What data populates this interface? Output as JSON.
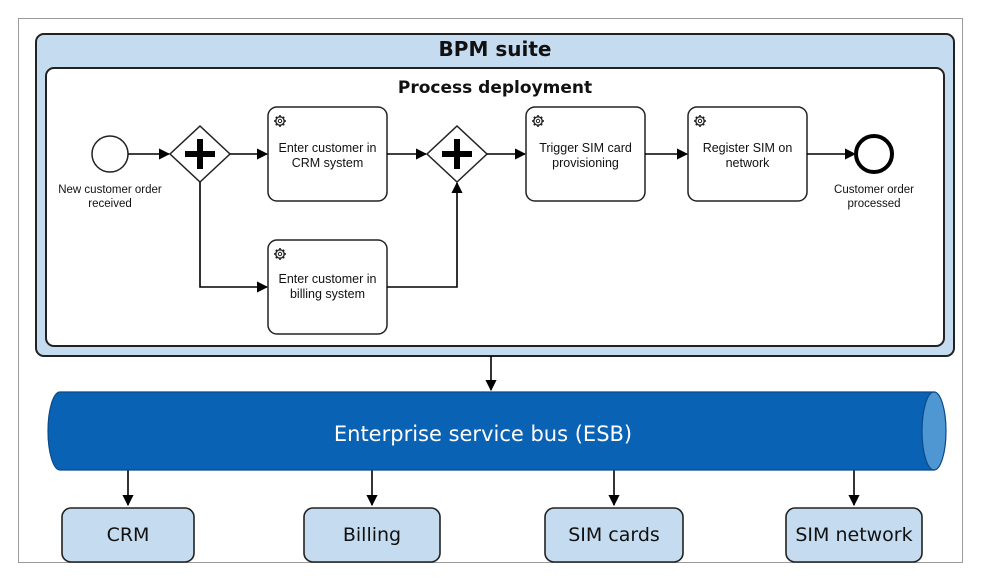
{
  "bpm_suite": {
    "title": "BPM suite"
  },
  "process": {
    "title": "Process deployment",
    "start_event": "New customer order received",
    "end_event": "Customer order processed",
    "tasks": [
      {
        "label": "Enter customer in CRM system",
        "icon": "gear-icon"
      },
      {
        "label": "Enter customer in billing system",
        "icon": "gear-icon"
      },
      {
        "label": "Trigger SIM card provisioning",
        "icon": "gear-icon"
      },
      {
        "label": "Register SIM on network",
        "icon": "gear-icon"
      }
    ],
    "gateways": [
      "parallel-gateway",
      "parallel-gateway"
    ]
  },
  "esb": {
    "title": "Enterprise service bus (ESB)"
  },
  "systems": [
    {
      "label": "CRM"
    },
    {
      "label": "Billing"
    },
    {
      "label": "SIM cards"
    },
    {
      "label": "SIM network"
    }
  ],
  "colors": {
    "container_fill": "#c5dcf0",
    "container_stroke": "#222222",
    "esb_fill": "#0a62b4",
    "esb_end": "#4f97d2",
    "system_fill": "#c5dcf0",
    "line": "#000000"
  }
}
